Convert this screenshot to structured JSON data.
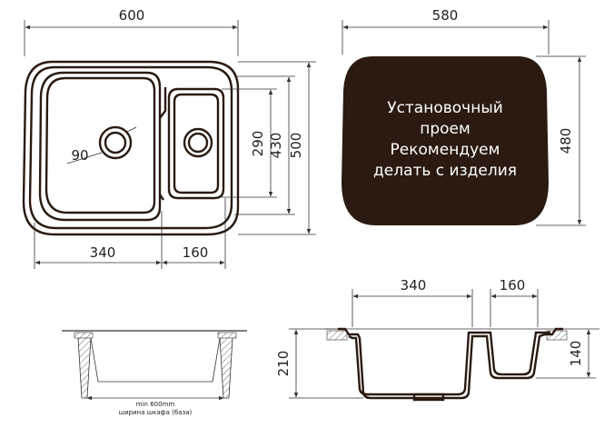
{
  "top_view": {
    "width": "600",
    "bowl_diameter": "90",
    "small_bowl_height": "290",
    "bowl_height": "430",
    "total_height": "500",
    "left_bowl_width": "340",
    "right_bowl_width": "160"
  },
  "cutout": {
    "width": "580",
    "height": "480",
    "note_lines": [
      "Установочный",
      "проем",
      "Рекомендуем",
      "делать с изделия"
    ]
  },
  "cabinet_section": {
    "min_width": "min 600mm",
    "cabinet_label": "ширина шкафа (база)"
  },
  "profile": {
    "left_bowl_width": "340",
    "right_bowl_width": "160",
    "left_depth": "210",
    "right_depth": "140"
  },
  "colors": {
    "outline": "#2a1a10",
    "cutout_fill": "#ffffff"
  }
}
